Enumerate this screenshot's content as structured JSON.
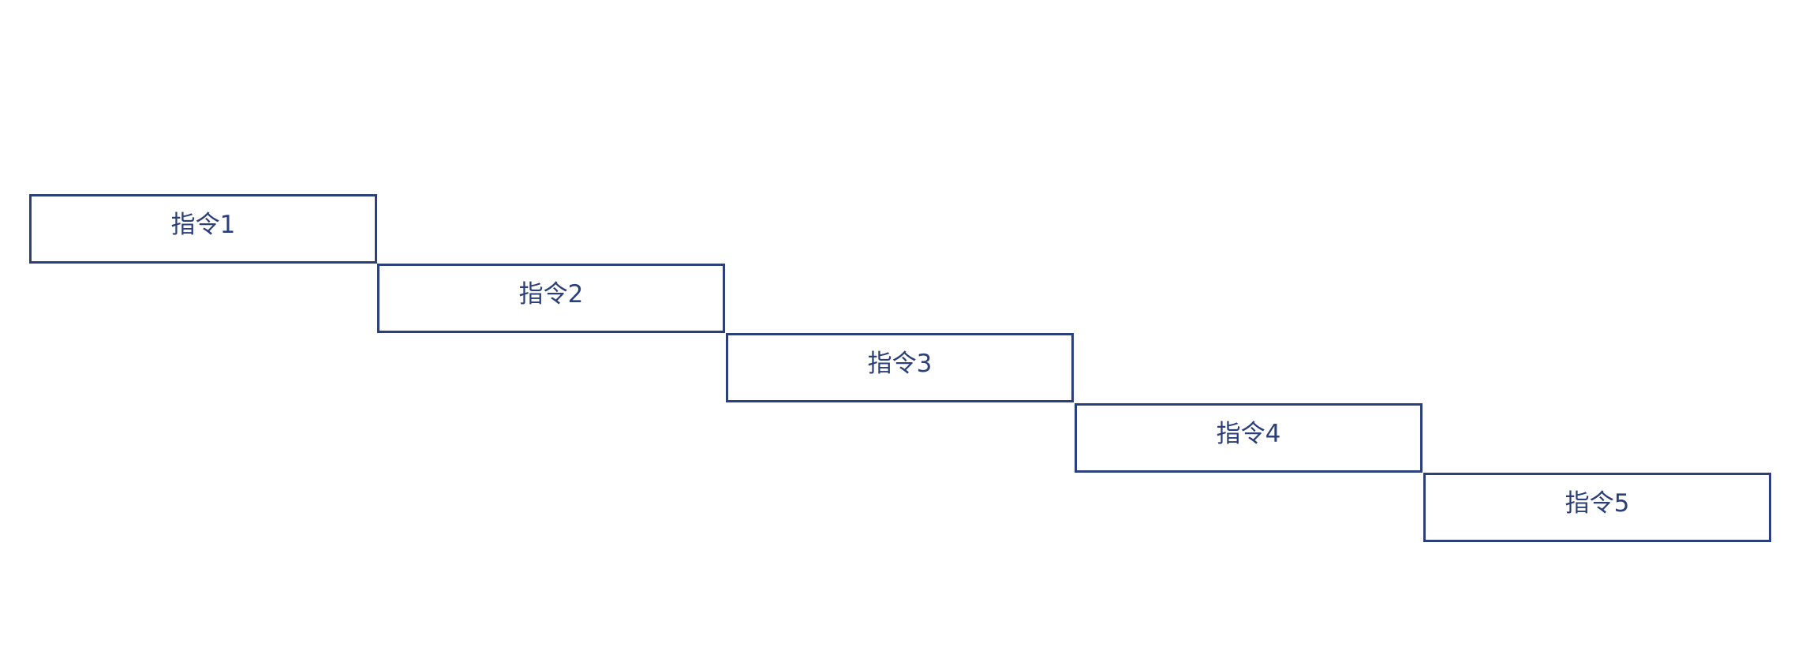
{
  "color": "#2b3f7a",
  "instructions": [
    "指令1",
    "指令2",
    "指令3",
    "指令4",
    "指令5"
  ]
}
